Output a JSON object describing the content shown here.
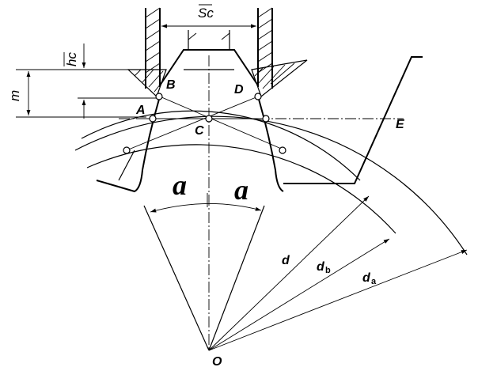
{
  "labels": {
    "sc": "Sc",
    "hc": "hc",
    "m": "m",
    "B": "B",
    "D": "D",
    "A": "A",
    "C": "C",
    "E": "E",
    "alpha_left": "a",
    "alpha_right": "a",
    "d": "d",
    "db": "d",
    "db_sub": "b",
    "da": "d",
    "da_sub": "a",
    "O": "O"
  }
}
